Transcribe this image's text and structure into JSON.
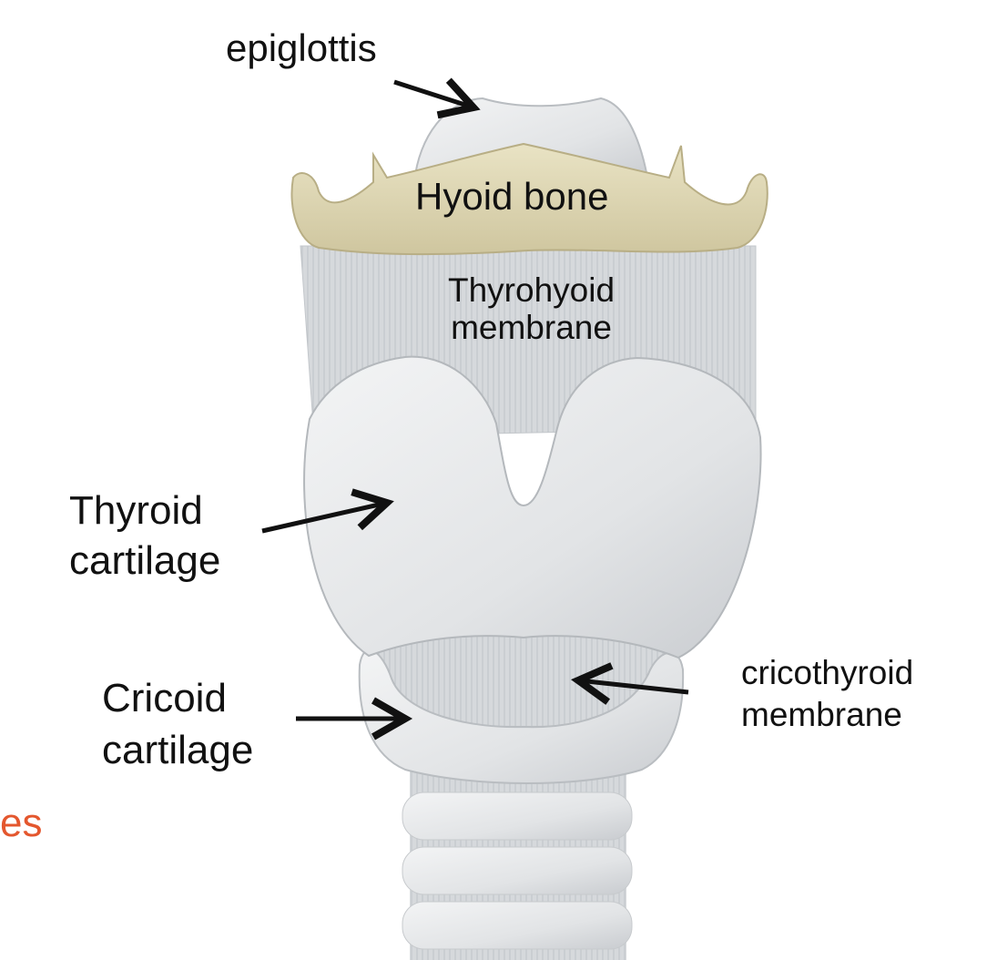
{
  "labels": {
    "epiglottis": "epiglottis",
    "hyoid_bone": "Hyoid bone",
    "thyrohyoid_membrane": [
      "Thyrohyoid",
      "membrane"
    ],
    "thyroid_cartilage": [
      "Thyroid",
      "cartilage"
    ],
    "cricoid_cartilage": [
      "Cricoid",
      "cartilage"
    ],
    "cricothyroid_membrane": [
      "cricothyroid",
      "membrane"
    ],
    "cut_off_text": "es"
  },
  "colors": {
    "bone": "#dcd6b4",
    "cartilage": "#e4e6e8",
    "membrane": "#d2d5d8",
    "arrow": "#111111",
    "cut_off_text": "#e4572e"
  }
}
